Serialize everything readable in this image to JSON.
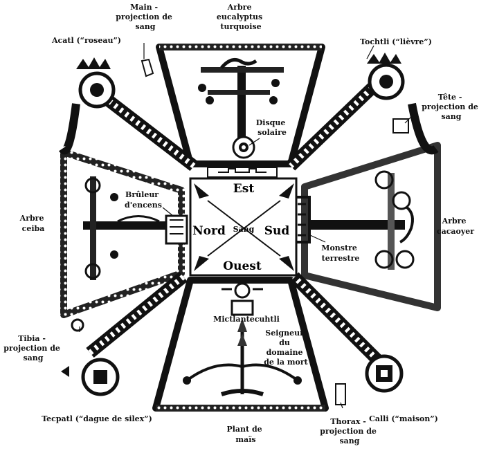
{
  "center": {
    "label": "Sang"
  },
  "directions": {
    "east": "Est",
    "north": "Nord",
    "south": "Sud",
    "west": "Ouest"
  },
  "labels": {
    "main": [
      "Main -",
      "projection de",
      "sang"
    ],
    "arbre_eucalyptus": [
      "Arbre",
      "eucalyptus",
      "turquoise"
    ],
    "acatl": [
      "Acatl (“roseau”)"
    ],
    "tochtli": [
      "Tochtli (“lièvre”)"
    ],
    "tete": [
      "Tête -",
      "projection de",
      "sang"
    ],
    "disque": [
      "Disque",
      "solaire"
    ],
    "bruleur": [
      "Brûleur",
      "d'encens"
    ],
    "arbre_ceiba": [
      "Arbre",
      "ceiba"
    ],
    "arbre_cacaoyer": [
      "Arbre",
      "cacaoyer"
    ],
    "monstre": [
      "Monstre",
      "terrestre"
    ],
    "tibia": [
      "Tibia -",
      "projection de",
      "sang"
    ],
    "mictlan": [
      "Mictlantecuhtli"
    ],
    "seigneur": [
      "Seigneur",
      "du",
      "domaine",
      "de la mort"
    ],
    "tecpatl": [
      "Tecpatl (“dague de silex”)"
    ],
    "calli": [
      "Calli (“maison”)"
    ],
    "plant": [
      "Plant de",
      "maïs"
    ],
    "thorax": [
      "Thorax -",
      "projection de",
      "sang"
    ]
  },
  "colors": {
    "ink": "#111111",
    "paper": "#ffffff",
    "shade": "#444444"
  }
}
